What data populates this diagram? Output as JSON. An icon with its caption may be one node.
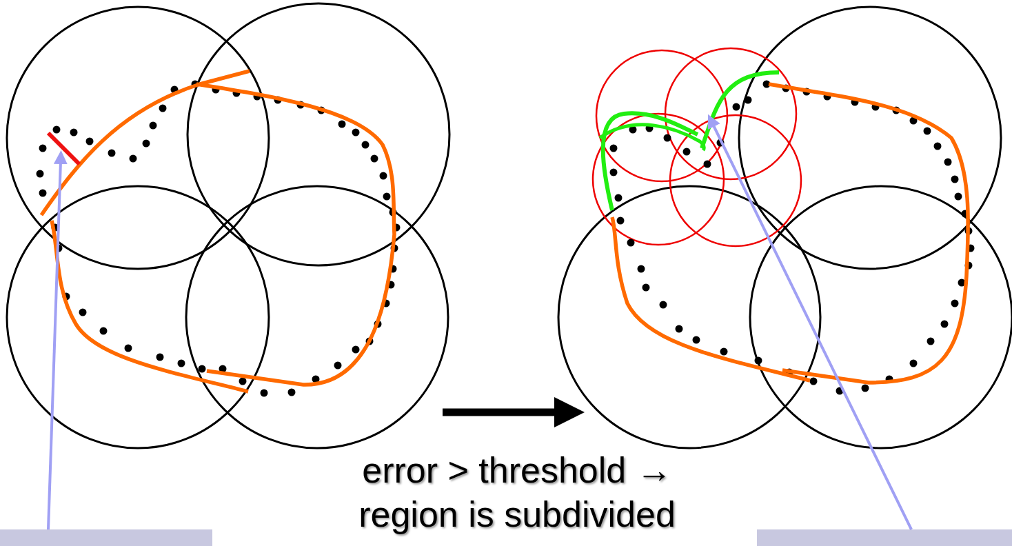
{
  "diagram": {
    "nodes": [
      {
        "text": [],
        "shape": "picture"
      },
      {
        "text": [],
        "shape": "picture"
      },
      {
        "text": [],
        "shape": "box"
      },
      {
        "text": [],
        "shape": "box"
      },
      {
        "text": [],
        "shape": "line",
        "in": 0
      },
      {
        "text": [],
        "shape": "curve",
        "in": 1
      }
    ],
    "edges": [
      {
        "from": 0,
        "to": 1,
        "arrow": "to",
        "style": "thick",
        "color": "#000000"
      },
      {
        "from": 2,
        "to": 4,
        "arrow": "to",
        "color": "#a0a0f4"
      },
      {
        "from": 3,
        "to": 5,
        "arrow": "to",
        "color": "#a0a0f4"
      }
    ],
    "labels": [
      "error > threshold → region is subdivided"
    ]
  }
}
